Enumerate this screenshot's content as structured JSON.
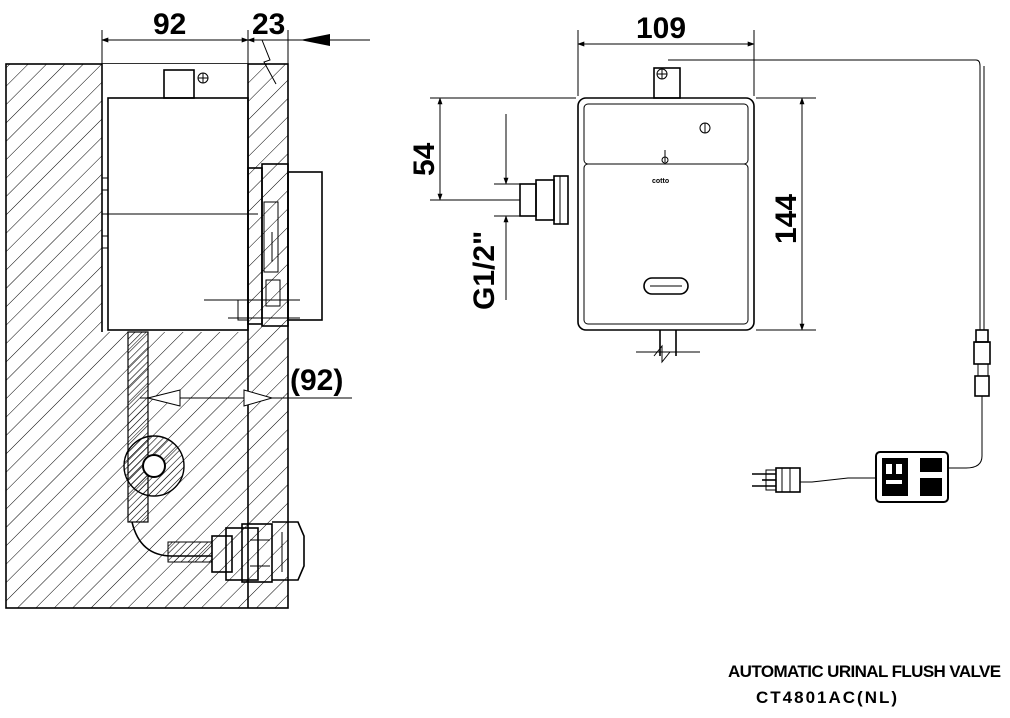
{
  "side_view": {
    "dim_body_width": "92",
    "dim_wall_thickness": "23",
    "dim_pipe_offset": "(92)"
  },
  "front_view": {
    "dim_width": "109",
    "dim_inlet_offset": "54",
    "dim_height": "144",
    "thread_size": "G1/2\"",
    "brand_mark": "cotto"
  },
  "title_block": {
    "product_name": "AUTOMATIC URINAL FLUSH VALVE",
    "model_code": "CT4801AC(NL)"
  }
}
